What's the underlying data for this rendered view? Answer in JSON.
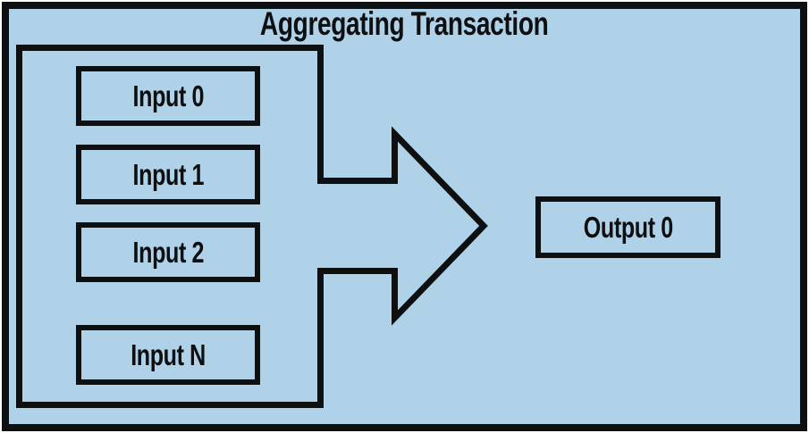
{
  "colors": {
    "bg": "#afd2e8",
    "line": "#0e0f10",
    "page": "#ffffff"
  },
  "diagram": {
    "title": "Aggregating Transaction",
    "inputs": [
      "Input 0",
      "Input 1",
      "Input 2",
      "Input N"
    ],
    "output": "Output 0"
  }
}
